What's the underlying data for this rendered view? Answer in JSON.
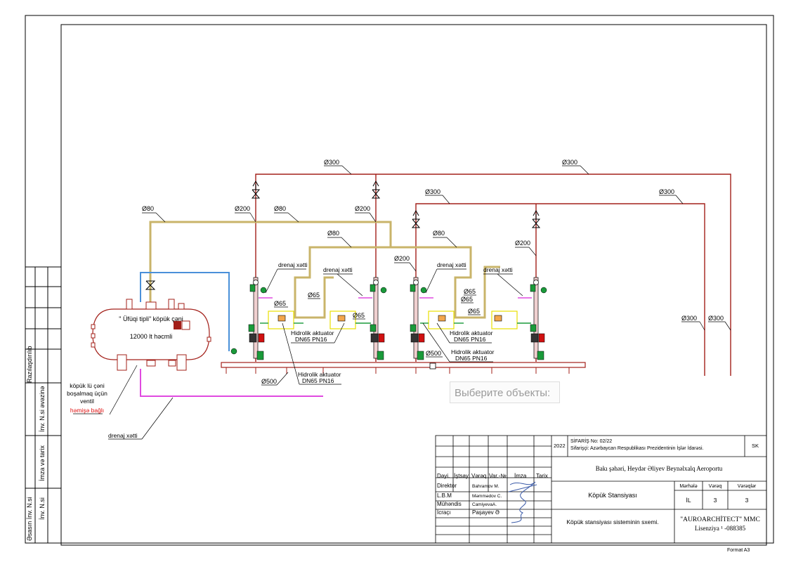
{
  "diameters": {
    "d300": "Ø300",
    "d200": "Ø200",
    "d80": "Ø80",
    "d65": "Ø65",
    "d500": "Ø500"
  },
  "labels": {
    "drenaj": "drenaj xətti",
    "actuator_line1": "Hidrolik aktuator",
    "actuator_line2": "DN65 PN16",
    "tank_line1": "\" Üfüqi tipli\" köpük çəni",
    "tank_line2": "12000 lt həcmli",
    "valve_note": [
      "köpük lü çəni",
      "boşalmaq üçün",
      "ventil"
    ],
    "valve_note_red": "həmişə bağlı"
  },
  "side_strip": {
    "razilasdirilib": "Razılaşdırılıb",
    "inv_evezine": "İnv. N.si əvəzinə",
    "imza_tarix": "İmza və tarix",
    "inv_no": "İnv. N.si",
    "esasin": "Əsasın İnv. N.si"
  },
  "title_block": {
    "year": "2022",
    "order": "SİFARİŞ No: 02/22",
    "client": "Sifarişçi:  Azərbaycan Respublikası Prezidentinin İşlər İdarəsi.",
    "code": "SK",
    "project": "Bakı şəhəri, Heydər Əliyev Beynəlxalq Aeroportu",
    "headers": [
      "Dəyi.",
      "İştsay",
      "Vərəq",
      "Var.-№",
      "İmza",
      "Tarix"
    ],
    "roles": [
      "Direktor",
      "L.B.M",
      "Mühəndis",
      "İcraçı"
    ],
    "names": [
      "Bahramov M.",
      "Məmmədov C.",
      "CamiyevaA.",
      "Paşayev Ə"
    ],
    "object_name": "Köpük Stansiyası",
    "drawing_name": "Köpük stansiyası sisteminin sxemi.",
    "stage_header": "Mərhələ",
    "sheet_header": "Vərəq",
    "sheets_header": "Vərəqlər",
    "stage": "İL",
    "sheet": "3",
    "sheets": "3",
    "company": "\"AUROARCHİTECT\" MMC",
    "license": "Lisenziya ¹ -088385",
    "format": "Format A3"
  },
  "command_prompt": "Выберите объекты:",
  "colors": {
    "pipe_red": "#a3201a",
    "pipe_tan": "#c9b46a",
    "pipe_blue": "#4a90d9",
    "pipe_magenta": "#e04ae0",
    "actuator_yellow": "#e8e000",
    "valve_green": "#1a9a3a"
  }
}
